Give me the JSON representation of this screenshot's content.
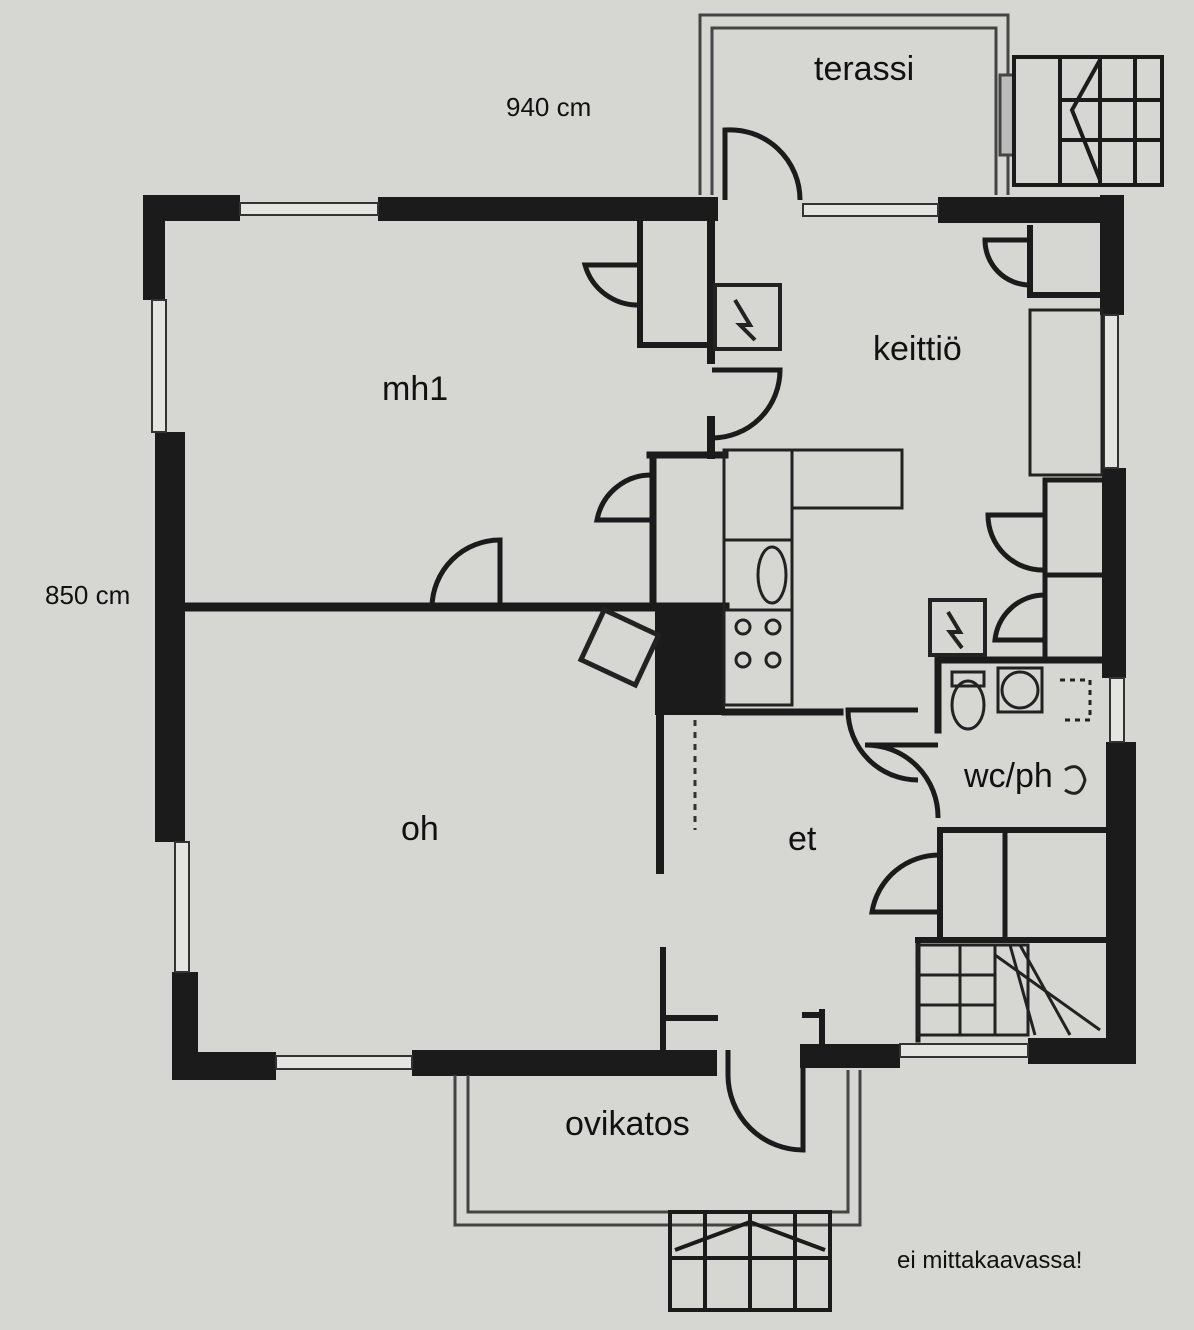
{
  "dimensions": {
    "width": "940 cm",
    "height": "850 cm"
  },
  "rooms": {
    "terrace": "terassi",
    "kitchen": "keittiö",
    "bedroom": "mh1",
    "living_room": "oh",
    "hallway": "et",
    "bathroom": "wc/ph",
    "porch": "ovikatos"
  },
  "note": "ei mittakaavassa!",
  "colors": {
    "paper": "#d6d6d2",
    "wall": "#1b1b1b",
    "line": "#222222"
  }
}
